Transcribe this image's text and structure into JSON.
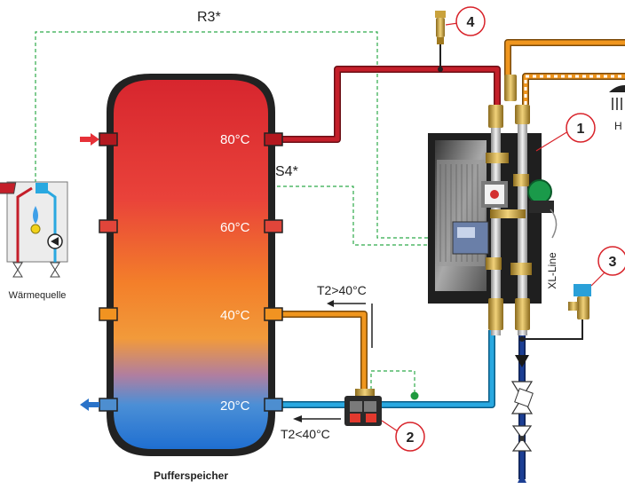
{
  "labels": {
    "r3": "R3*",
    "s4": "S4*",
    "t80": "80°C",
    "t60": "60°C",
    "t40": "40°C",
    "t20": "20°C",
    "t2_hot": "T2>40°C",
    "t2_cold": "T2<40°C",
    "heat_source": "Wärmequelle",
    "buffer": "Pufferspeicher",
    "xl_line": "XL-Line",
    "h_fragment": "H"
  },
  "callouts": [
    "1",
    "2",
    "3",
    "4"
  ],
  "colors": {
    "pipe_hot": "#c41f2a",
    "pipe_warm": "#f0961e",
    "pipe_cold": "#29a8e0",
    "pipe_supply": "#1c3f94",
    "control_line": "#2eaa4a",
    "callout_ring": "#d8232a",
    "station_body": "#222222"
  },
  "icons": [
    "inlet-arrow-icon",
    "outlet-arrow-icon",
    "flame-icon",
    "pump-icon",
    "mixing-valve-icon",
    "air-vent-icon",
    "safety-valve-icon",
    "shower-icon",
    "check-valve-icon",
    "shutoff-valve-icon"
  ]
}
